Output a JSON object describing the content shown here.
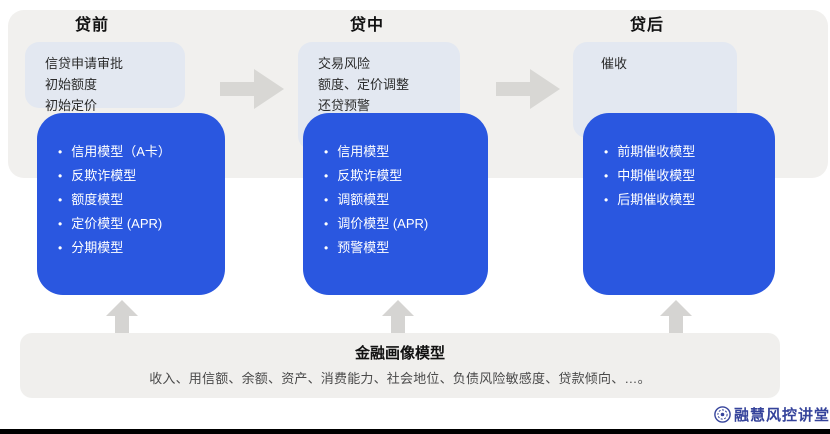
{
  "colors": {
    "background": "#ffffff",
    "band": "#f1f0ee",
    "desc_box": "#e3e8f1",
    "model_box": "#2a57e0",
    "arrow": "#d8d7d4",
    "foundation_box": "#f0efed",
    "brand_blue": "#35439b",
    "bottom_bar": "#000000"
  },
  "columns": [
    {
      "title": "贷前",
      "desc_lines": [
        "信贷申请审批",
        "初始额度",
        "初始定价"
      ],
      "models": [
        "信用模型（A卡）",
        "反欺诈模型",
        "额度模型",
        "定价模型 (APR)",
        "分期模型"
      ]
    },
    {
      "title": "贷中",
      "desc_lines": [
        "交易风险",
        "额度、定价调整",
        "还贷预警"
      ],
      "models": [
        "信用模型",
        "反欺诈模型",
        "调额模型",
        "调价模型 (APR)",
        "预警模型"
      ]
    },
    {
      "title": "贷后",
      "desc_lines": [
        "催收"
      ],
      "models": [
        "前期催收模型",
        "中期催收模型",
        "后期催收模型"
      ]
    }
  ],
  "foundation": {
    "title": "金融画像模型",
    "description": "收入、用信额、余额、资产、消费能力、社会地位、负债风险敏感度、贷款倾向、…。"
  },
  "brand": {
    "text": "融慧风控讲堂"
  },
  "bullet": "•"
}
